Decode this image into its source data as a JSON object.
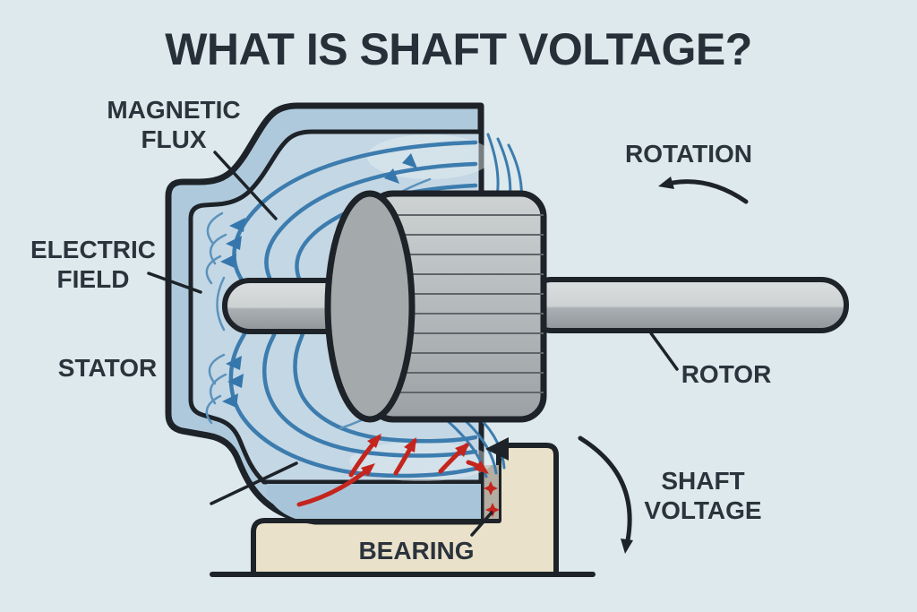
{
  "title": "WHAT IS SHAFT VOLTAGE?",
  "labels": {
    "magnetic_flux_1": "MAGNETIC",
    "magnetic_flux_2": "FLUX",
    "electric_field_1": "ELECTRIC",
    "electric_field_2": "FIELD",
    "stator": "STATOR",
    "rotation": "ROTATION",
    "rotor": "ROTOR",
    "shaft_voltage_1": "SHAFT",
    "shaft_voltage_2": "VOLTAGE",
    "bearing": "BEARING"
  },
  "colors": {
    "background": "#dde9ec",
    "outline": "#1d2328",
    "stator_band": "#afc9dc",
    "stator_interior": "#c4d7e4",
    "stator_lower": "#a8c4d9",
    "flux_blue": "#3c7cae",
    "rotor_gray": "#a4a9ac",
    "shaft_light": "#d8dbdc",
    "bearing_tan": "#eae1ca",
    "shadow_gray": "#b4aea2",
    "spark_red": "#c4251d",
    "text": "#2b333c"
  }
}
